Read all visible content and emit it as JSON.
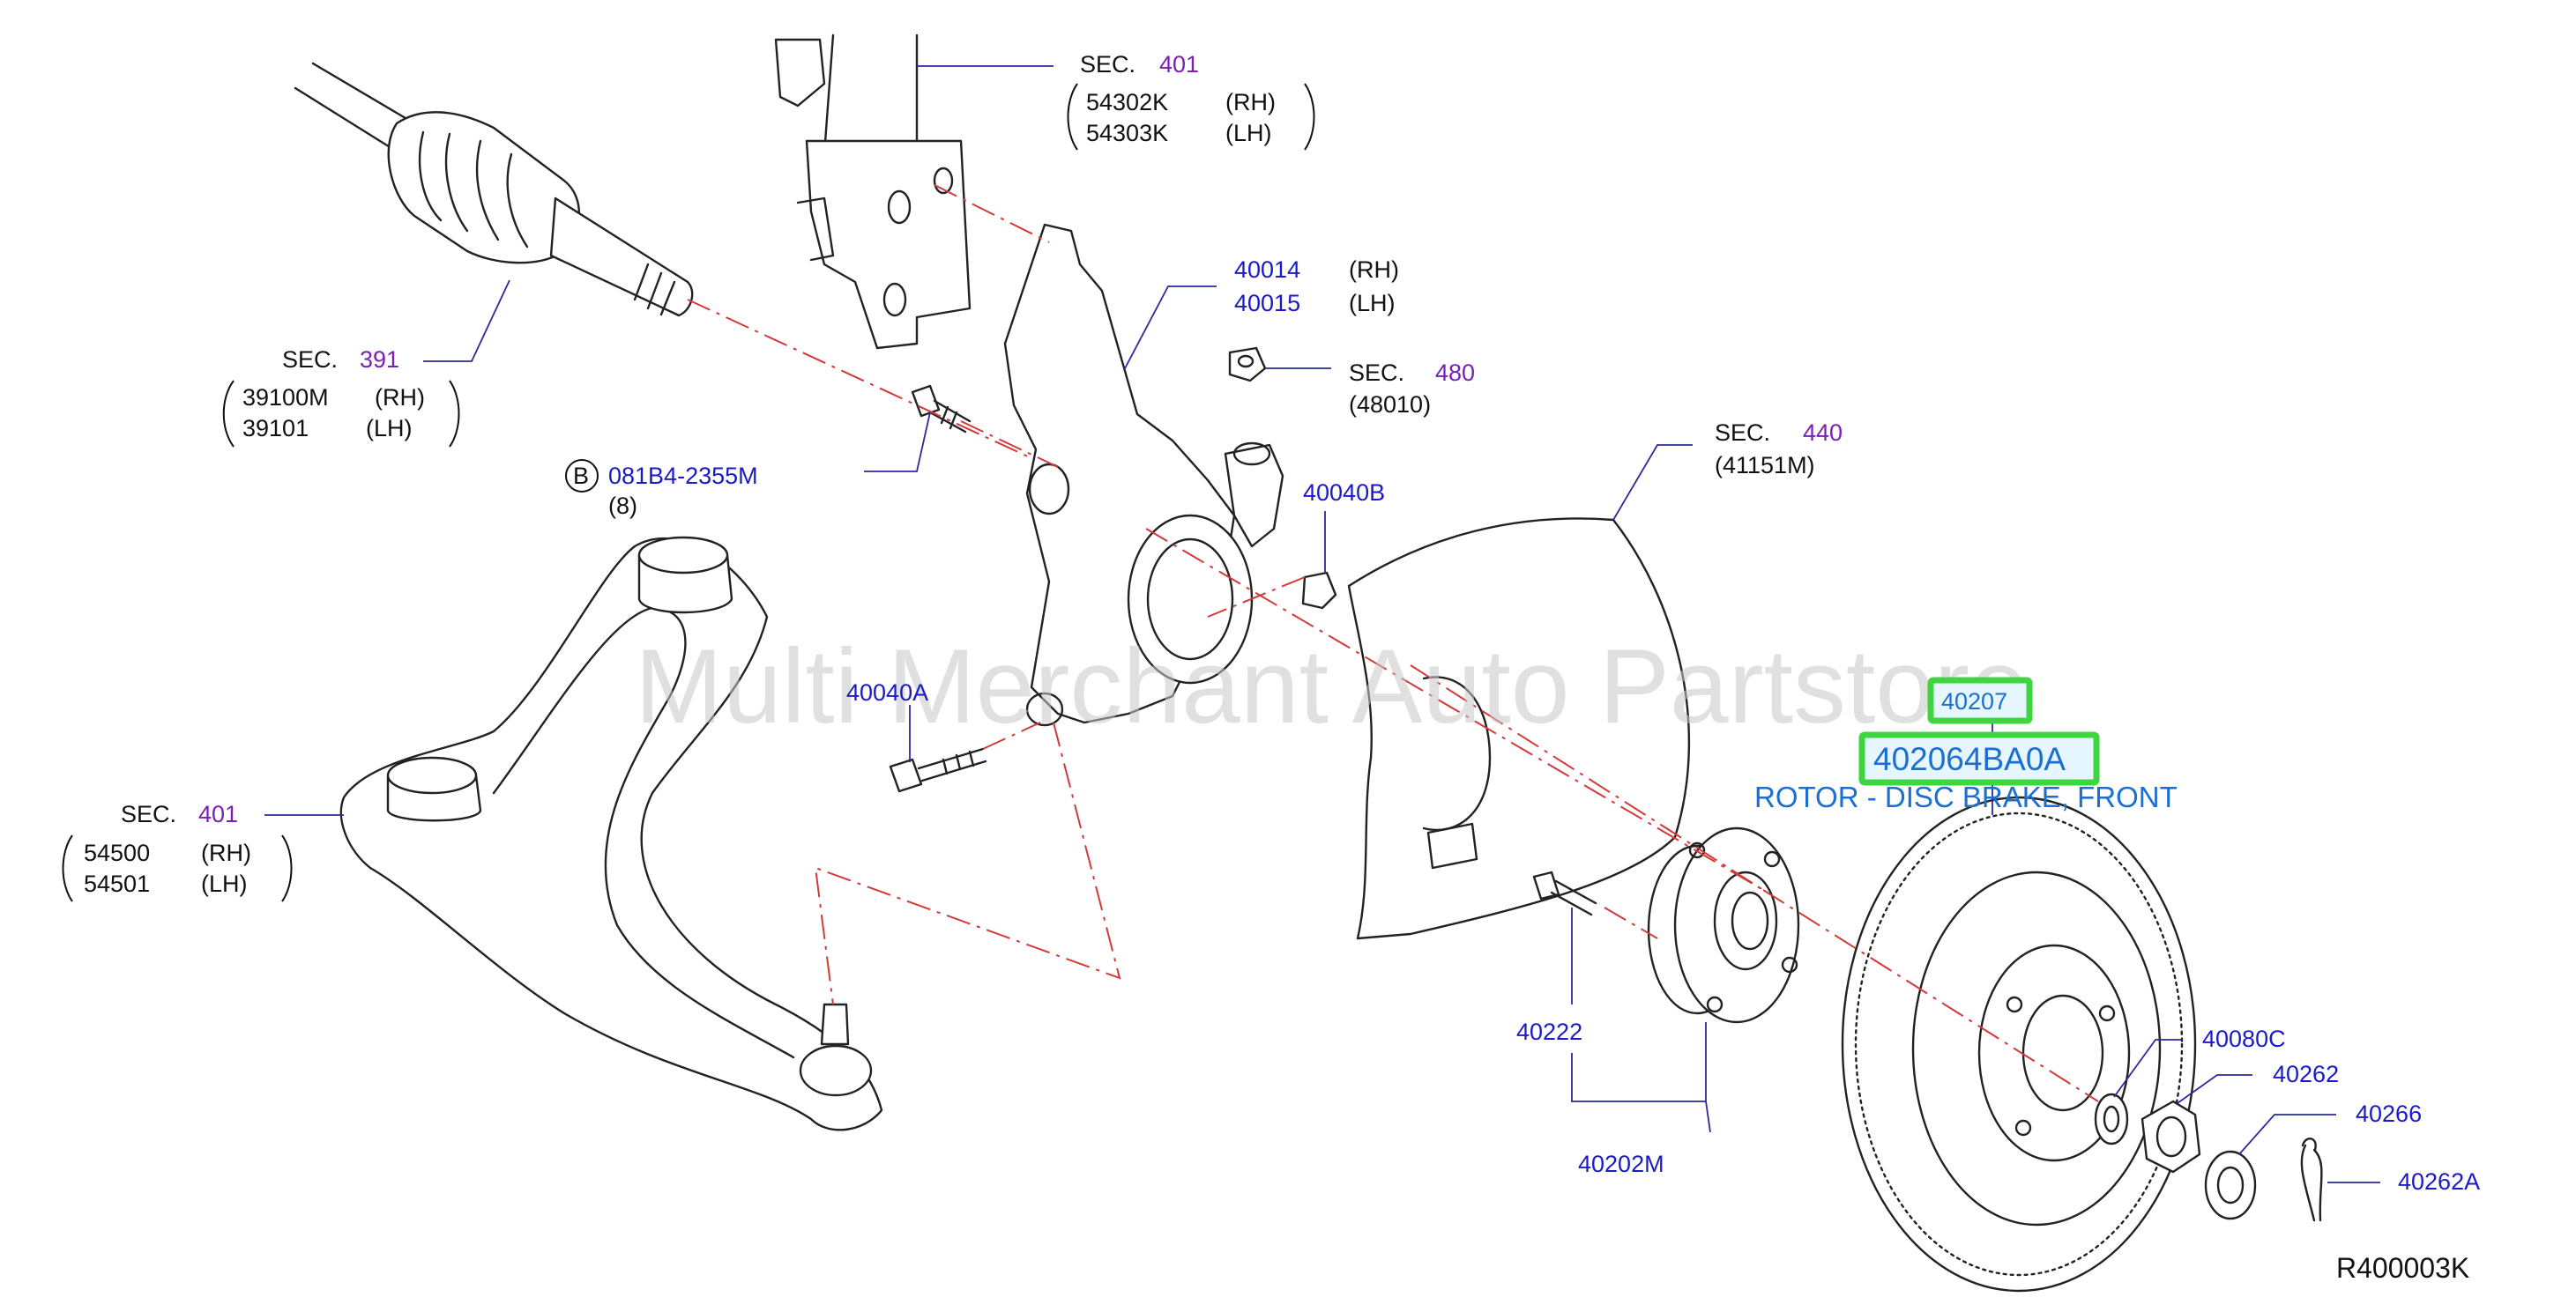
{
  "watermark": "Multi Merchant Auto Partstore",
  "diagram_code": "R400003K",
  "callouts": {
    "strut": {
      "sec": "SEC.",
      "num": "401",
      "p1": "54302K",
      "p1s": "(RH)",
      "p2": "54303K",
      "p2s": "(LH)"
    },
    "driveshaft": {
      "sec": "SEC.",
      "num": "391",
      "p1": "39100M",
      "p1s": "(RH)",
      "p2": "39101",
      "p2s": "(LH)"
    },
    "knuckle": {
      "p1": "40014",
      "p1s": "(RH)",
      "p2": "40015",
      "p2s": "(LH)"
    },
    "brake_nut": {
      "sec": "SEC.",
      "num": "480",
      "sub": "(48010)"
    },
    "bolt_b": {
      "circle": "B",
      "part": "081B4-2355M",
      "qty": "(8)"
    },
    "nut_40040b": "40040B",
    "bolt_40040a": "40040A",
    "dust_shield": {
      "sec": "SEC.",
      "num": "440",
      "sub": "(41151M)"
    },
    "lower_arm": {
      "sec": "SEC.",
      "num": "401",
      "p1": "54500",
      "p1s": "(RH)",
      "p2": "54501",
      "p2s": "(LH)"
    },
    "rotor_ref": "40207",
    "rotor_part": "402064BA0A",
    "rotor_desc": "ROTOR - DISC BRAKE, FRONT",
    "hub_bolt": "40222",
    "hub_assy": "40202M",
    "washer": "40080C",
    "hub_nut": "40262",
    "nut_retainer": "40266",
    "cotter_pin": "40262A"
  }
}
